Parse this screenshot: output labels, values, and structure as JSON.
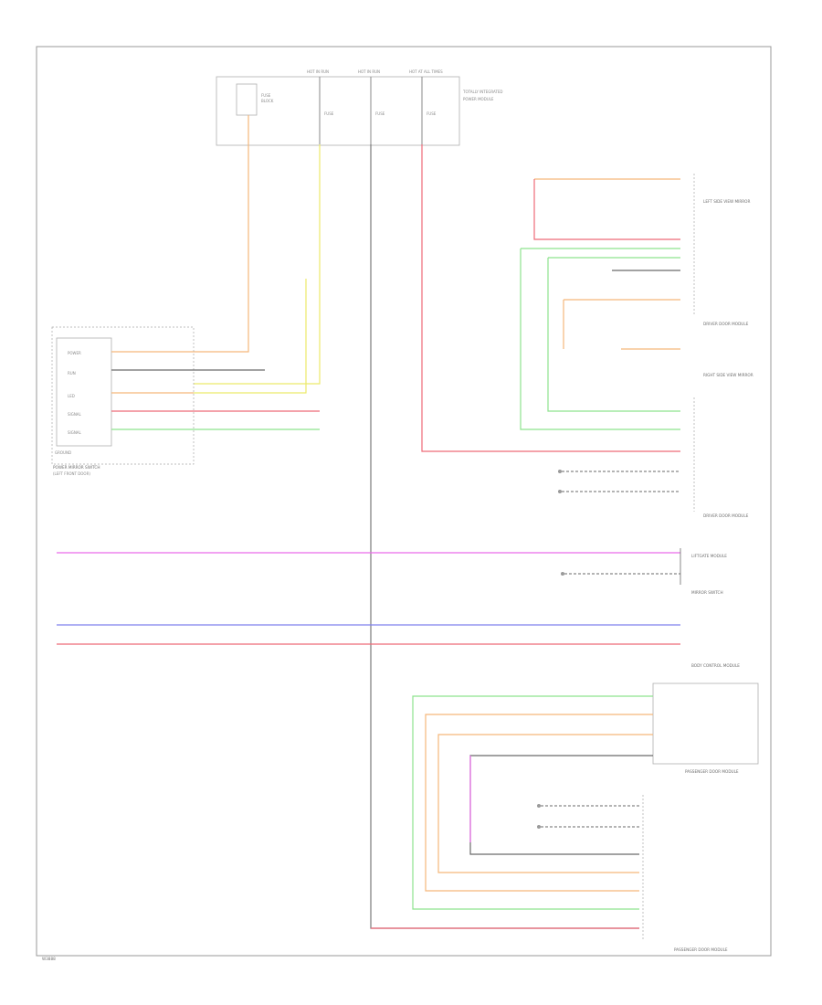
{
  "colors": {
    "orange": "#f5b77a",
    "yellow": "#ecea6a",
    "red": "#ee6a78",
    "green": "#8ee38e",
    "magenta": "#e96be9",
    "blue": "#7f80ee",
    "gray": "#7a7a7a",
    "frame": "#9a9a9a"
  },
  "fuse_block": {
    "label_1": "FUSE",
    "label_2": "BLOCK",
    "fuse_label": "FUSE",
    "header_1": "HOT IN RUN",
    "header_2": "HOT IN RUN",
    "header_3": "HOT AT ALL TIMES",
    "side_1": "TOTALLY INTEGRATED",
    "side_2": "POWER MODULE"
  },
  "left_module": {
    "name_1": "POWER MIRROR SWITCH",
    "name_2": "(LEFT FRONT DOOR)",
    "sub": "GROUND",
    "rows": [
      "POWER",
      "RUN",
      "LED",
      "SIGNAL",
      "SIGNAL"
    ]
  },
  "right_top": {
    "lines": [
      "LEFT SIDE VIEW MIRROR",
      "RIGHT SIDE VIEW MIRROR",
      "DRIVER DOOR MODULE"
    ]
  },
  "module_labels": {
    "driver_door": "DRIVER DOOR MODULE",
    "liftgate": "LIFTGATE MODULE",
    "body_control": "BODY CONTROL MODULE",
    "passenger_door": "PASSENGER DOOR MODULE",
    "passenger_door_bottom": "PASSENGER DOOR MODULE",
    "mirror_switch": "MIRROR SWITCH"
  },
  "footer": {
    "code": "W3888"
  }
}
